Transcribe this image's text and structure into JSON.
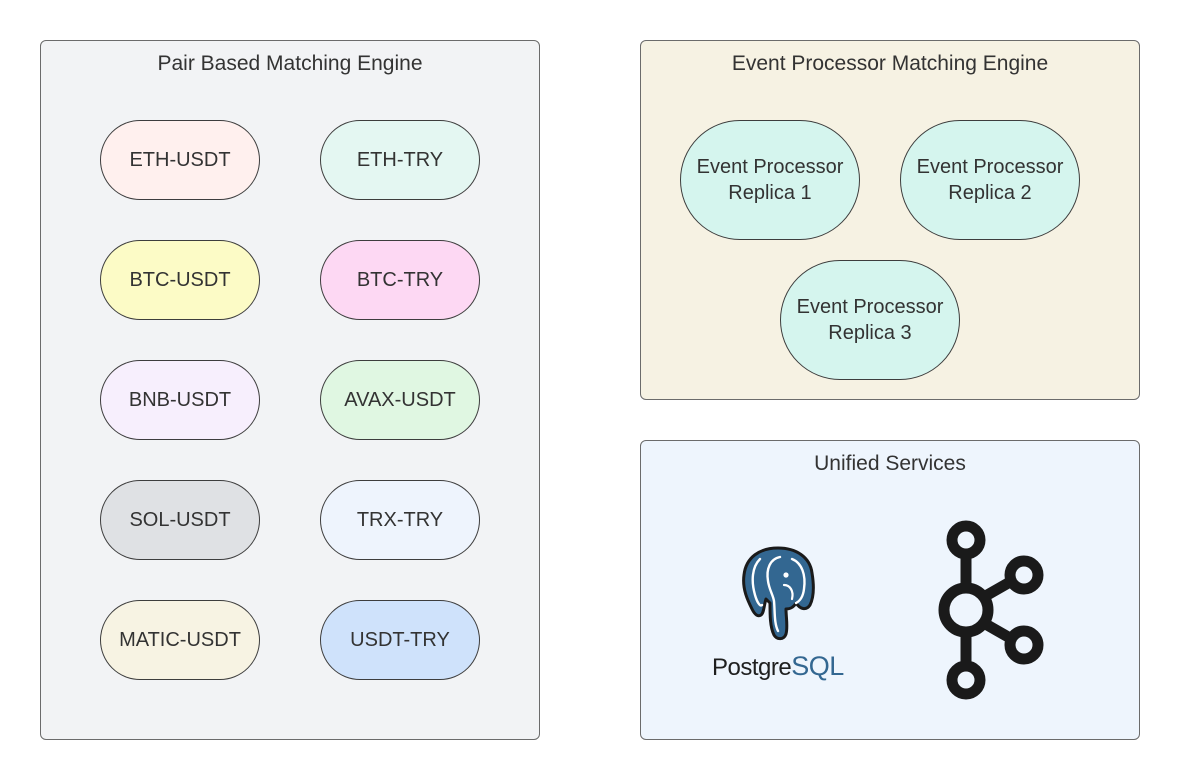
{
  "pair_engine": {
    "title": "Pair Based Matching Engine",
    "pairs": [
      {
        "label": "ETH-USDT",
        "color": "#fff0ee"
      },
      {
        "label": "ETH-TRY",
        "color": "#e4f7f2"
      },
      {
        "label": "BTC-USDT",
        "color": "#fcfbc6"
      },
      {
        "label": "BTC-TRY",
        "color": "#fdd8f3"
      },
      {
        "label": "BNB-USDT",
        "color": "#f7effd"
      },
      {
        "label": "AVAX-USDT",
        "color": "#e0f7e2"
      },
      {
        "label": "SOL-USDT",
        "color": "#dfe1e4"
      },
      {
        "label": "TRX-TRY",
        "color": "#eef4fd"
      },
      {
        "label": "MATIC-USDT",
        "color": "#f7f3e3"
      },
      {
        "label": "USDT-TRY",
        "color": "#cfe2fb"
      }
    ]
  },
  "event_engine": {
    "title": "Event Processor Matching Engine",
    "replicas": [
      {
        "line1": "Event Processor",
        "line2": "Replica 1"
      },
      {
        "line1": "Event Processor",
        "line2": "Replica 2"
      },
      {
        "line1": "Event Processor",
        "line2": "Replica 3"
      }
    ],
    "replica_color": "#d5f5ee"
  },
  "unified_services": {
    "title": "Unified Services",
    "postgres": {
      "wordmark_prefix": "Postgre",
      "wordmark_suffix": "SQL",
      "icon": "postgresql-elephant-icon"
    },
    "kafka": {
      "icon": "kafka-icon"
    }
  },
  "colors": {
    "pair_panel_bg": "#f2f3f5",
    "event_panel_bg": "#f6f2e3",
    "unified_panel_bg": "#eef5fd",
    "postgres_blue": "#336791"
  }
}
